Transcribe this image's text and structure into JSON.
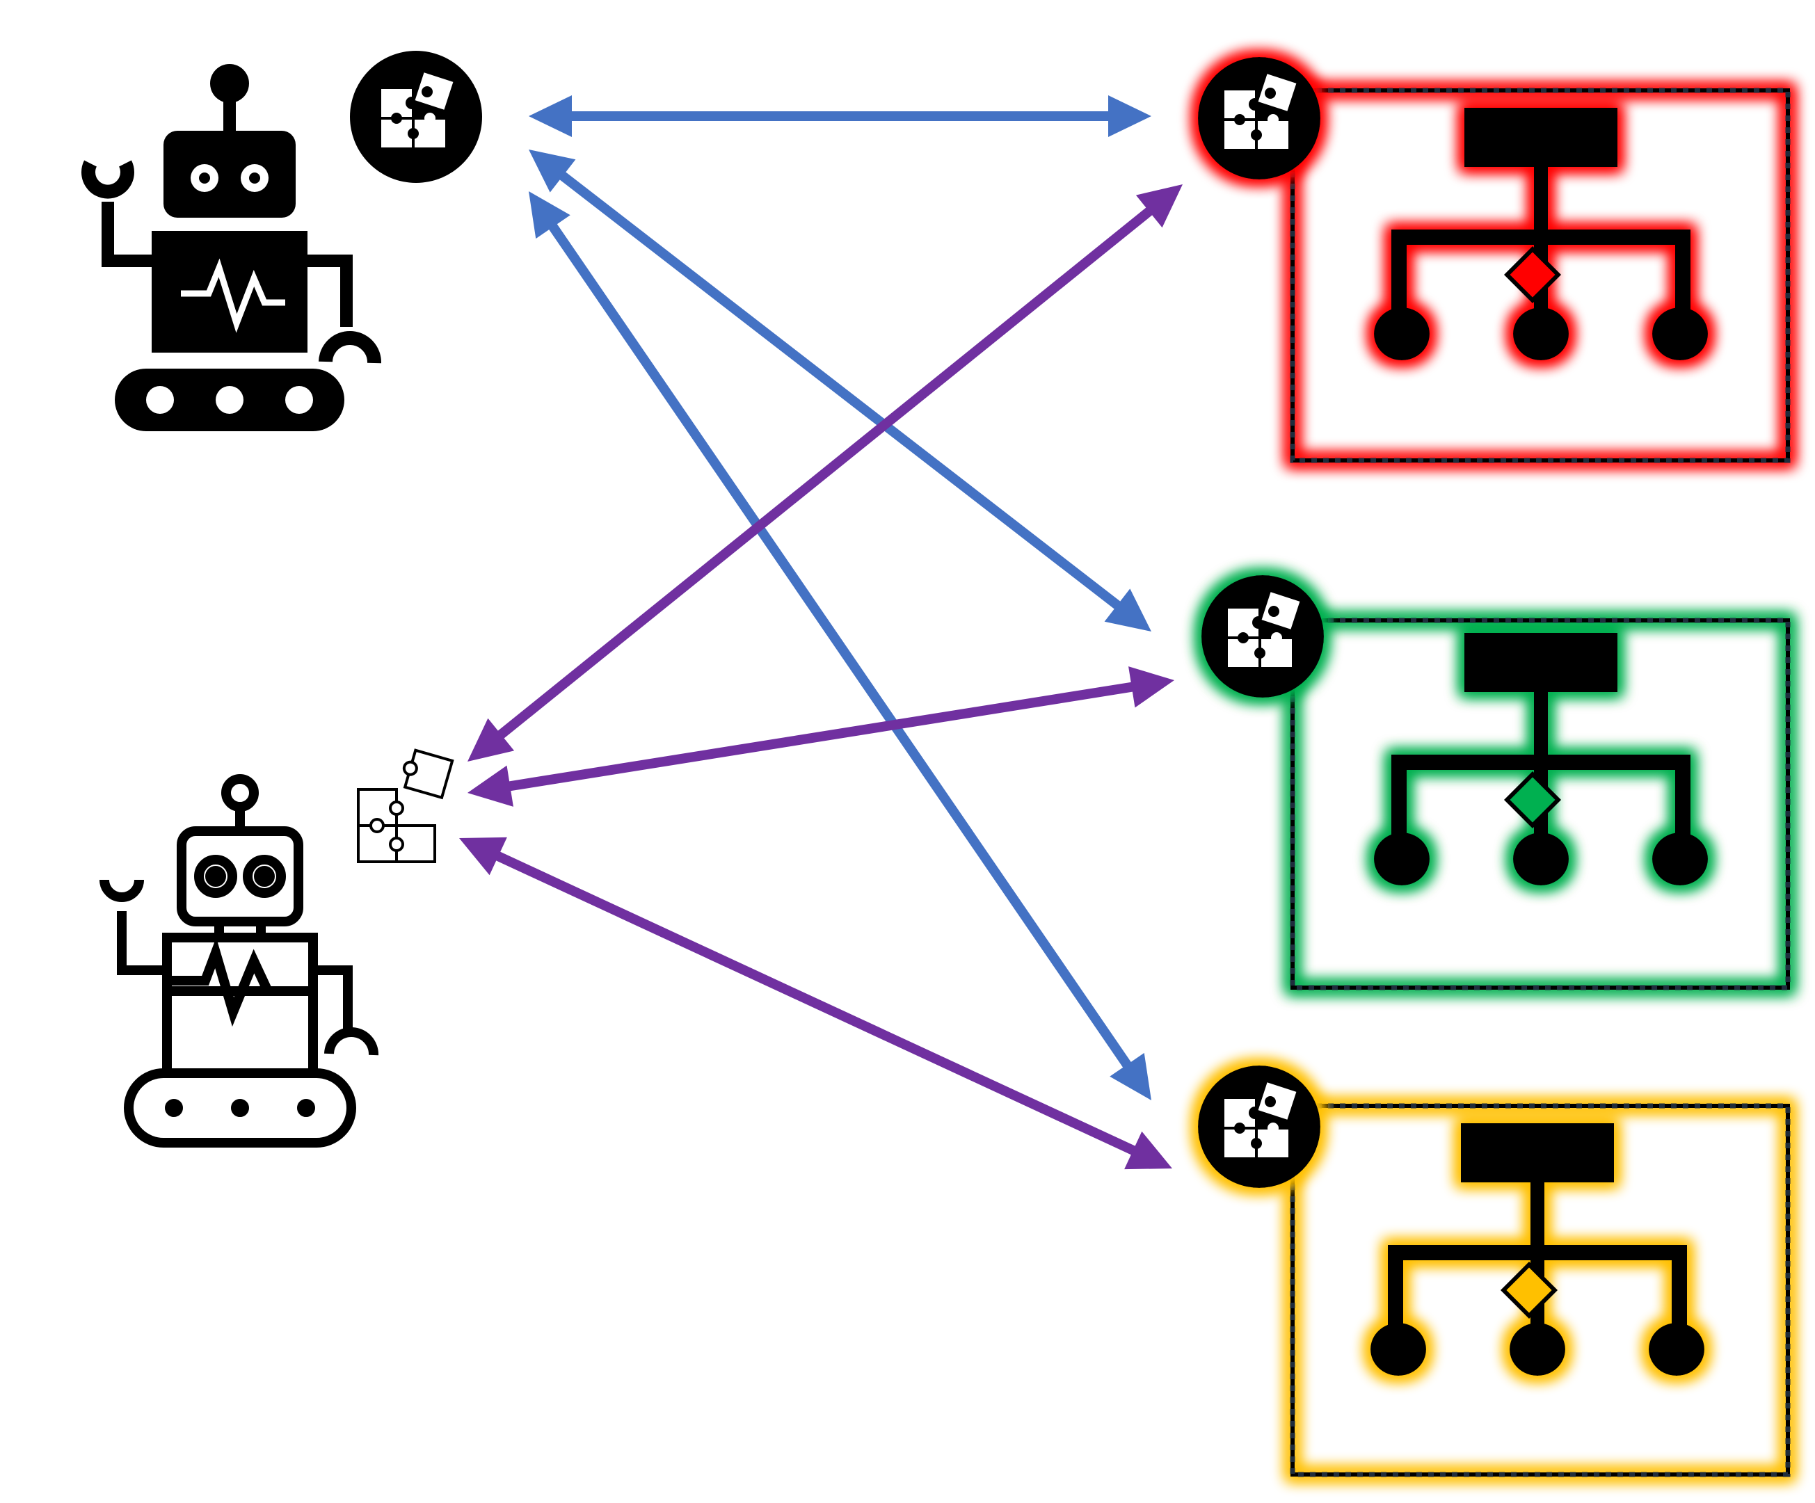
{
  "colors": {
    "background": "#ffffff",
    "ink": "#000000",
    "blue_arrow": "#4472C4",
    "purple_arrow": "#7030A0",
    "red_glow": "#FF0000",
    "green_glow": "#00B050",
    "yellow_glow": "#FFC000",
    "dotted_border": "#1F2D3D"
  },
  "agents": [
    {
      "id": "robot-a",
      "style": "filled",
      "icon": "robot-icon",
      "module_icon": "puzzle-icon-filled"
    },
    {
      "id": "robot-b",
      "style": "outline",
      "icon": "robot-icon",
      "module_icon": "puzzle-icon-outline"
    }
  ],
  "modules": [
    {
      "id": "module-red",
      "glow": "red",
      "icon": "hierarchy-icon",
      "badge": "puzzle-icon-filled"
    },
    {
      "id": "module-green",
      "glow": "green",
      "icon": "hierarchy-icon",
      "badge": "puzzle-icon-filled"
    },
    {
      "id": "module-yellow",
      "glow": "yellow",
      "icon": "hierarchy-icon",
      "badge": "puzzle-icon-filled"
    }
  ],
  "connections": [
    {
      "from": "robot-a",
      "to": "module-red",
      "color": "blue",
      "bidirectional": true
    },
    {
      "from": "robot-a",
      "to": "module-green",
      "color": "blue",
      "bidirectional": true
    },
    {
      "from": "robot-a",
      "to": "module-yellow",
      "color": "blue",
      "bidirectional": true
    },
    {
      "from": "robot-b",
      "to": "module-red",
      "color": "purple",
      "bidirectional": true
    },
    {
      "from": "robot-b",
      "to": "module-green",
      "color": "purple",
      "bidirectional": true
    },
    {
      "from": "robot-b",
      "to": "module-yellow",
      "color": "purple",
      "bidirectional": true
    }
  ]
}
